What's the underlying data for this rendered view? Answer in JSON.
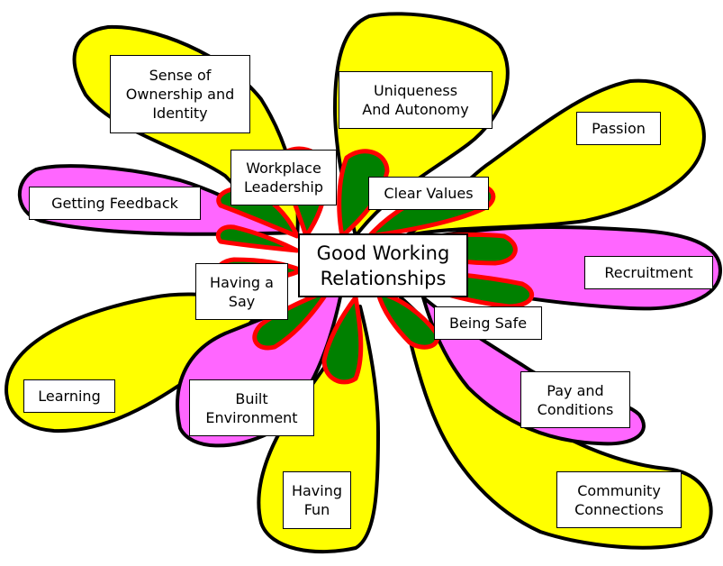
{
  "colors": {
    "yellow_petal": "#ffff00",
    "magenta_petal": "#ff66ff",
    "green_petal": "#008000",
    "red_outline": "#ff0000",
    "black_outline": "#000000"
  },
  "center": {
    "label": "Good Working\nRelationships"
  },
  "petals": {
    "sense_of_ownership": "Sense of\nOwnership and\nIdentity",
    "uniqueness": "Uniqueness\nAnd Autonomy",
    "passion": "Passion",
    "getting_feedback": "Getting Feedback",
    "workplace_leadership": "Workplace\nLeadership",
    "clear_values": "Clear Values",
    "recruitment": "Recruitment",
    "having_a_say": "Having a\nSay",
    "being_safe": "Being Safe",
    "learning": "Learning",
    "built_environment": "Built\nEnvironment",
    "pay_and_conditions": "Pay and\nConditions",
    "having_fun": "Having\nFun",
    "community_connections": "Community\nConnections"
  }
}
